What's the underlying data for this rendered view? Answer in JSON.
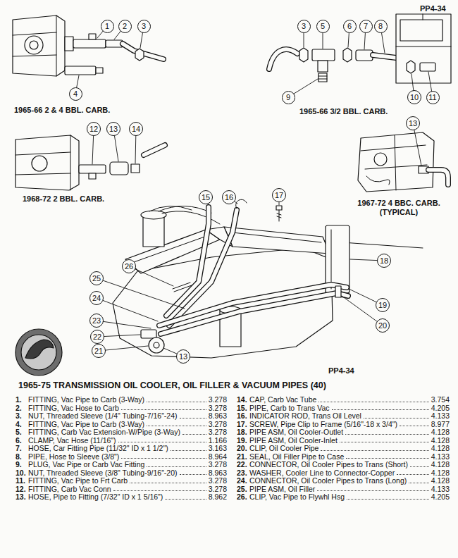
{
  "diagram": {
    "title": "1965-75 TRANSMISSION OIL COOLER, OIL FILLER & VACUUM PIPES (40)",
    "nodes": [
      {
        "text": [
          "1"
        ]
      },
      {
        "text": [
          "2"
        ]
      },
      {
        "text": [
          "3"
        ]
      },
      {
        "text": [
          "4"
        ]
      },
      {
        "text": [
          "3"
        ]
      },
      {
        "text": [
          "5"
        ]
      },
      {
        "text": [
          "6"
        ]
      },
      {
        "text": [
          "7"
        ]
      },
      {
        "text": [
          "8"
        ]
      },
      {
        "text": [
          "9"
        ]
      },
      {
        "text": [
          "10"
        ]
      },
      {
        "text": [
          "11"
        ]
      },
      {
        "text": [
          "12"
        ]
      },
      {
        "text": [
          "13"
        ]
      },
      {
        "text": [
          "14"
        ]
      },
      {
        "text": [
          "13"
        ]
      },
      {
        "text": [
          "15"
        ]
      },
      {
        "text": [
          "16"
        ]
      },
      {
        "text": [
          "17"
        ]
      },
      {
        "text": [
          "18"
        ]
      },
      {
        "text": [
          "19"
        ]
      },
      {
        "text": [
          "20"
        ]
      },
      {
        "text": [
          "21"
        ]
      },
      {
        "text": [
          "22"
        ]
      },
      {
        "text": [
          "23"
        ]
      },
      {
        "text": [
          "24"
        ]
      },
      {
        "text": [
          "25"
        ]
      },
      {
        "text": [
          "26"
        ]
      },
      {
        "text": [
          "13"
        ]
      }
    ],
    "labels": [
      "PP4-34",
      "1965-66 2 & 4 BBL. CARB.",
      "1965-66 3/2 BBL. CARB.",
      "1968-72 2 BBL. CARB.",
      "1967-72 4 BBC. CARB. (TYPICAL)",
      "PP4-34",
      "1.",
      "FITTING, Vac Pipe to Carb (3-Way)",
      "3.278",
      "2.",
      "FITTING, Vac Hose to Carb",
      "3.278",
      "3.",
      "NUT, Threaded Sleeve (1/4\" Tubing-7/16\"-24)",
      "8.963",
      "4.",
      "FITTING, Vac Pipe to Carb (3-Way)",
      "3.278",
      "5.",
      "FITTING, Carb Vac Extension-W/Pipe (3-Way)",
      "3.278",
      "6.",
      "CLAMP, Vac Hose (11/16\")",
      "1.166",
      "7.",
      "HOSE, Car Fitting Pipe (11/32\" ID x 1 1/2\")",
      "3.163",
      "8.",
      "PIPE, Hose to Sleeve (3/8\")",
      "8.964",
      "9.",
      "PLUG, Vac Pipe or Carb Vac Fitting",
      "3.278",
      "10.",
      "NUT, Threaded Sleeve (3/8\" Tubing-9/16\"-20)",
      "8.963",
      "11.",
      "FITTING, Vac Pipe to Frt Carb",
      "3.278",
      "12.",
      "FITTING, Carb Vac Conn",
      "3.278",
      "13.",
      "HOSE, Pipe to Fitting (7/32\" ID x 1 5/16\")",
      "8.962",
      "14.",
      "CAP, Carb Vac Tube",
      "3.754",
      "15.",
      "PIPE, Carb to Trans Vac",
      "4.205",
      "16.",
      "INDICATOR ROD, Trans Oil Level",
      "4.133",
      "17.",
      "SCREW, Pipe Clip to Frame (5/16\"-18 x 3/4\")",
      "8.977",
      "18.",
      "PIPE ASM, Oil Cooler-Outlet",
      "4.128",
      "19.",
      "PIPE ASM, Oil Cooler-Inlet",
      "4.128",
      "20.",
      "CLIP, Oil Cooler Pipe",
      "4.128",
      "21.",
      "SEAL, Oil Filler Pipe to Case",
      "4.133",
      "22.",
      "CONNECTOR, Oil Cooler Pipes to Trans (Short)",
      "4.128",
      "23.",
      "WASHER, Cooler Line to Connector-Copper",
      "4.128",
      "24.",
      "CONNECTOR, Oil Cooler Pipes to Trans (Long)",
      "4.128",
      "25.",
      "PIPE ASM, Oil Filler",
      "4.133",
      "26.",
      "CLIP, Vac Pipe to Flywhl Hsg",
      "4.205"
    ]
  }
}
